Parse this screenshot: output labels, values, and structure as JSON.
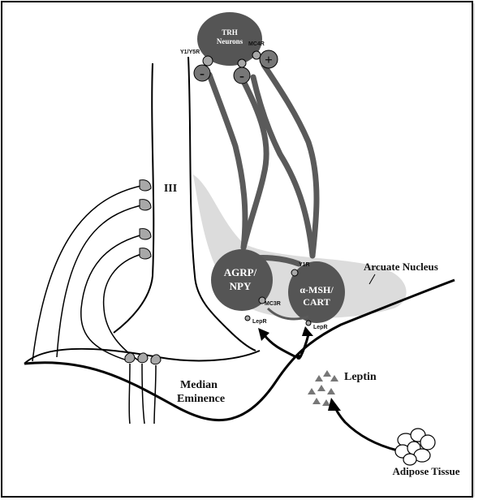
{
  "labels": {
    "trh_line1": "TRH",
    "trh_line2": "Neurons",
    "y1y5r": "Y1/Y5R",
    "mc4r": "MC4R",
    "minus": "-",
    "plus": "+",
    "third_ventricle": "III",
    "agrp_line1": "AGRP/",
    "agrp_line2": "NPY",
    "msh_line1": "α-MSH/",
    "msh_line2": "CART",
    "y1r": "Y1R",
    "mc3r": "MC3R",
    "lepr_left": "LepR",
    "lepr_right": "LepR",
    "arcuate_nucleus": "Arcuate Nucleus",
    "leptin": "Leptin",
    "median_line1": "Median",
    "median_line2": "Eminence",
    "adipose_tissue": "Adipose Tissue"
  },
  "colors": {
    "neuron_fill": "#555555",
    "arcuate_fill": "#dcdcdc",
    "axon_stroke": "#5a5a5a",
    "receptor_fill": "#a8a8a8",
    "line": "#000000"
  }
}
